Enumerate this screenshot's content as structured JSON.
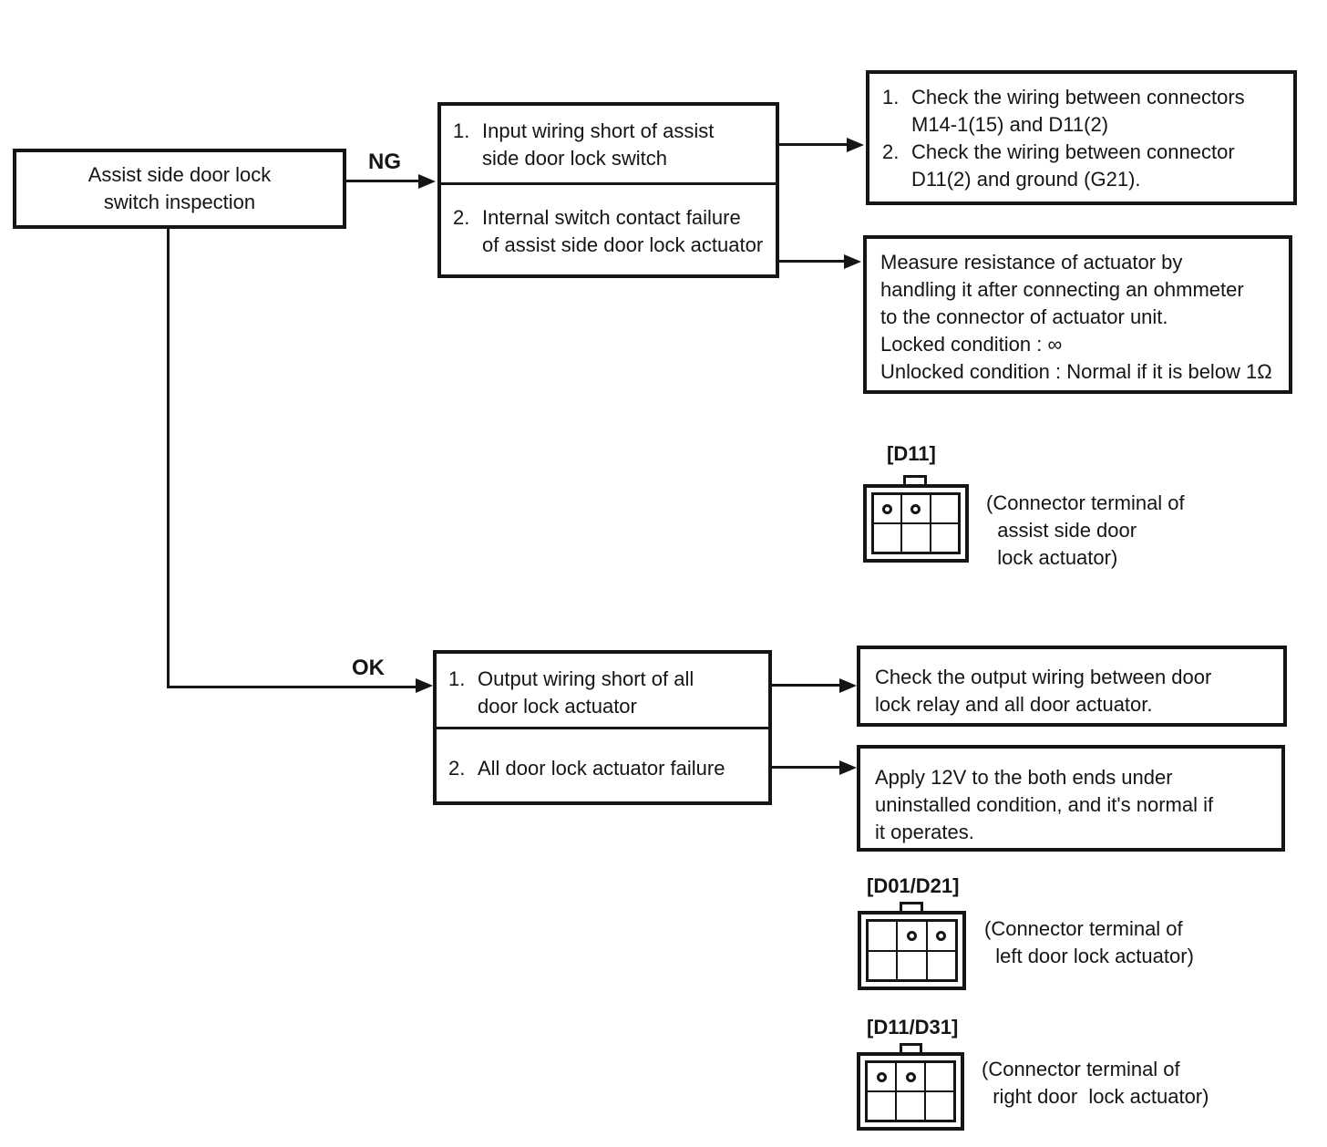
{
  "flow": {
    "start": "Assist side door lock\nswitch inspection",
    "ng": "NG",
    "ok": "OK"
  },
  "boxes": {
    "ng_causes": {
      "items": [
        {
          "num": "1.",
          "text": "Input wiring short of assist\nside door lock switch"
        },
        {
          "num": "2.",
          "text": "Internal switch contact failure\nof assist side door lock actuator"
        }
      ]
    },
    "wiring_check": {
      "items": [
        {
          "num": "1.",
          "text": "Check the wiring between connectors\nM14-1(15) and D11(2)"
        },
        {
          "num": "2.",
          "text": "Check the wiring between connector\nD11(2) and ground (G21)."
        }
      ]
    },
    "resistance_check": "Measure resistance of actuator by\nhandling it after connecting an ohmmeter\nto the connector of actuator unit.\nLocked condition : ∞\nUnlocked condition : Normal if it is below 1Ω",
    "ok_causes": {
      "items": [
        {
          "num": "1.",
          "text": "Output wiring short of all\ndoor lock actuator"
        },
        {
          "num": "2.",
          "text": "All door lock actuator failure"
        }
      ]
    },
    "output_check": "Check the output wiring between door\nlock relay and all door actuator.",
    "apply_12v": "Apply 12V to the both ends under\nuninstalled condition, and it's normal if\nit operates."
  },
  "connectors": [
    {
      "label": "[D11]",
      "caption": "(Connector terminal of\n  assist side door\n  lock actuator)",
      "pins": [
        true,
        true,
        false,
        false,
        false,
        false
      ]
    },
    {
      "label": "[D01/D21]",
      "caption": "(Connector terminal of\n  left door lock actuator)",
      "pins": [
        false,
        true,
        true,
        false,
        false,
        false
      ]
    },
    {
      "label": "[D11/D31]",
      "caption": "(Connector terminal of\n  right door  lock actuator)",
      "pins": [
        true,
        true,
        false,
        false,
        false,
        false
      ]
    }
  ],
  "colors": {
    "ink": "#151515",
    "background": "#ffffff"
  }
}
